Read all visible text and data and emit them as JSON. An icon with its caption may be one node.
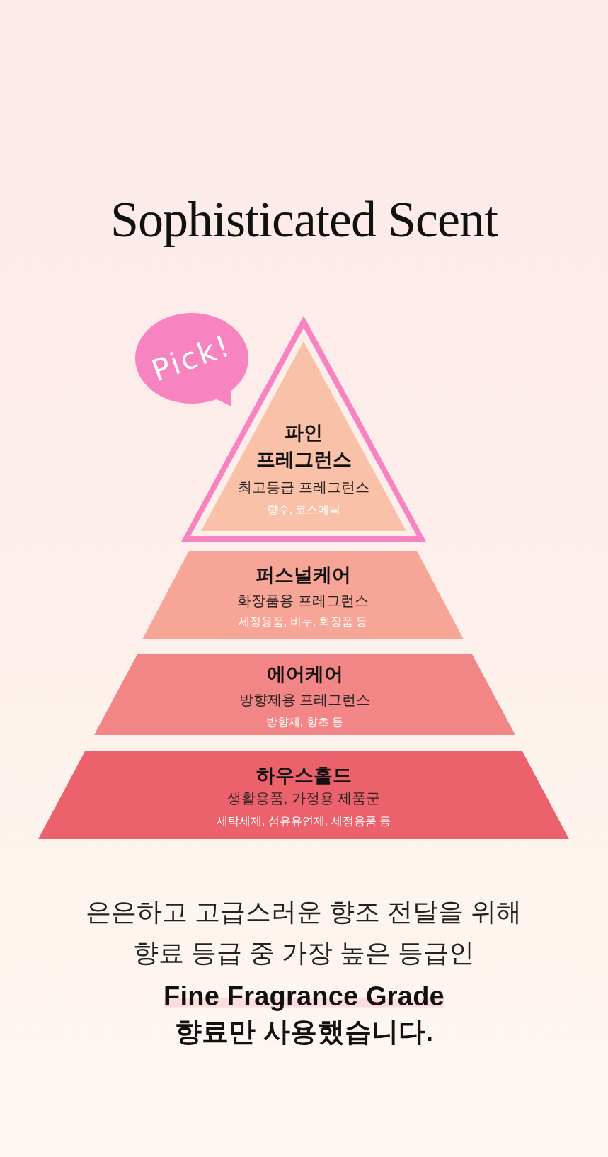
{
  "diagram": {
    "title": "Sophisticated Scent",
    "nodes": [
      {
        "text": [
          "Pick!"
        ]
      },
      {
        "text": [
          "파인 프레그런스",
          "최고등급 프레그런스",
          "향수, 코스메틱"
        ]
      },
      {
        "text": [
          "퍼스널케어",
          "화장품용 프레그런스",
          "세정용품, 비누, 화장품 등"
        ]
      },
      {
        "text": [
          "에어케어",
          "방향제용 프레그런스",
          "방향제, 향초 등"
        ]
      },
      {
        "text": [
          "하우스홀드",
          "생활용품, 가정용 제품군",
          "세탁세제, 섬유유연제, 세정용품 등"
        ]
      }
    ],
    "labels": [
      "은은하고 고급스러운 향조 전달을 위해 향료 등급 중 가장 높은 등급인 **Fine Fragrance Grade 향료만 사용했습니다.**"
    ]
  }
}
